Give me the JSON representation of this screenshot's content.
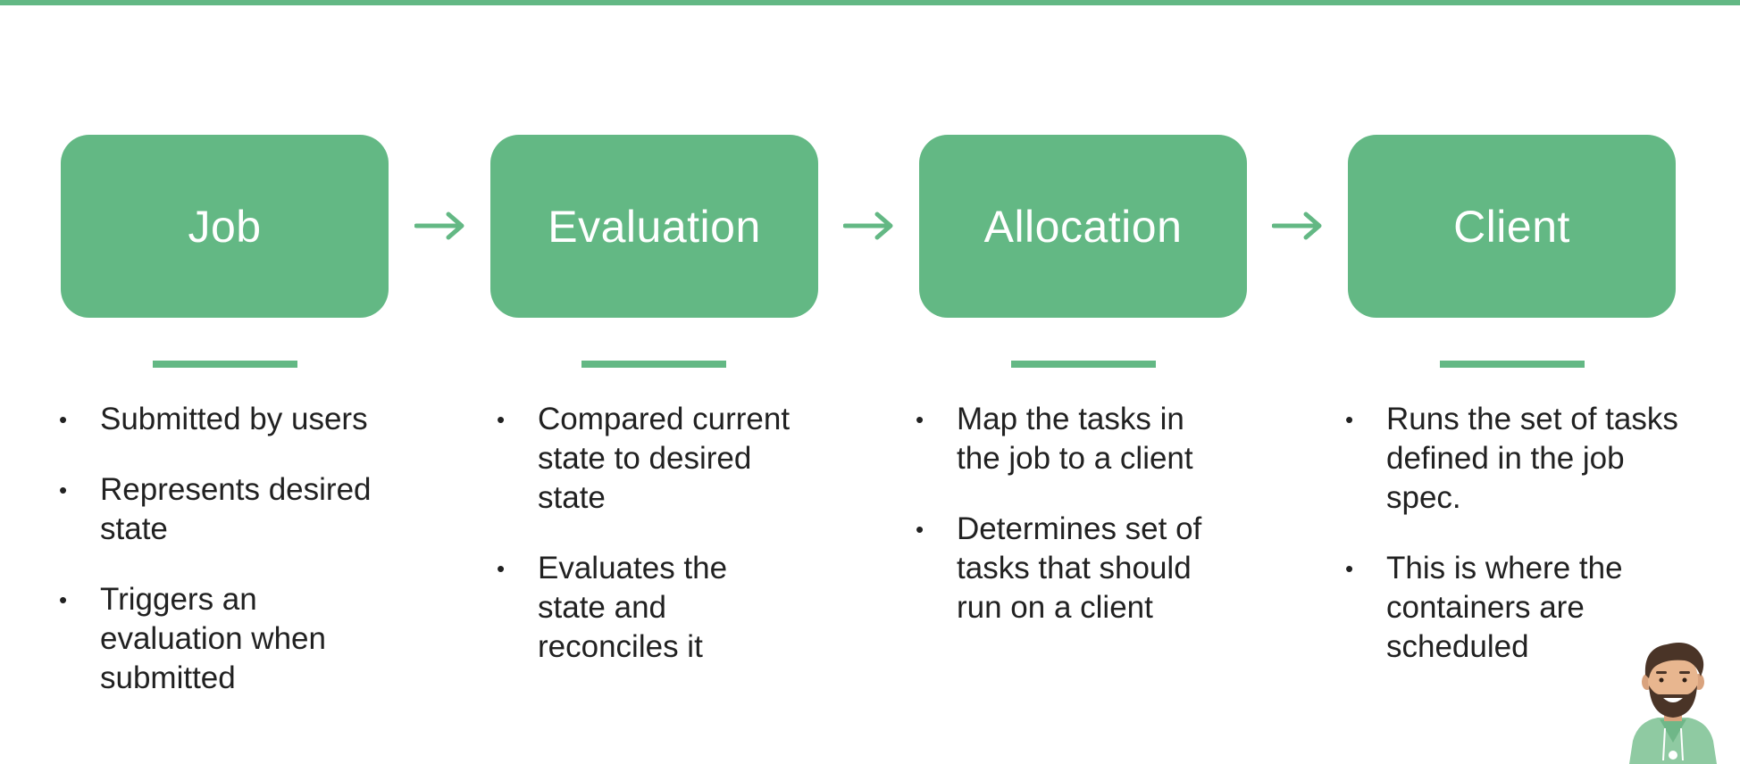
{
  "colors": {
    "accent": "#63b884",
    "box_text": "#ffffff",
    "body_text": "#212121"
  },
  "stages": [
    {
      "title": "Job",
      "bullets": [
        "Submitted by users",
        "Represents desired state",
        "Triggers an evaluation when submitted"
      ]
    },
    {
      "title": "Evaluation",
      "bullets": [
        "Compared current state to desired state",
        "Evaluates the state and reconciles it"
      ]
    },
    {
      "title": "Allocation",
      "bullets": [
        "Map the tasks in the job to a client",
        "Determines set of tasks that should run on a client"
      ]
    },
    {
      "title": "Client",
      "bullets": [
        "Runs the set of tasks defined in the job spec.",
        "This is where the containers are scheduled"
      ]
    }
  ],
  "bullet_symbol": "•",
  "icons": {
    "flow_arrow": "arrow-right-icon",
    "mascot": "bearded-presenter-icon"
  }
}
